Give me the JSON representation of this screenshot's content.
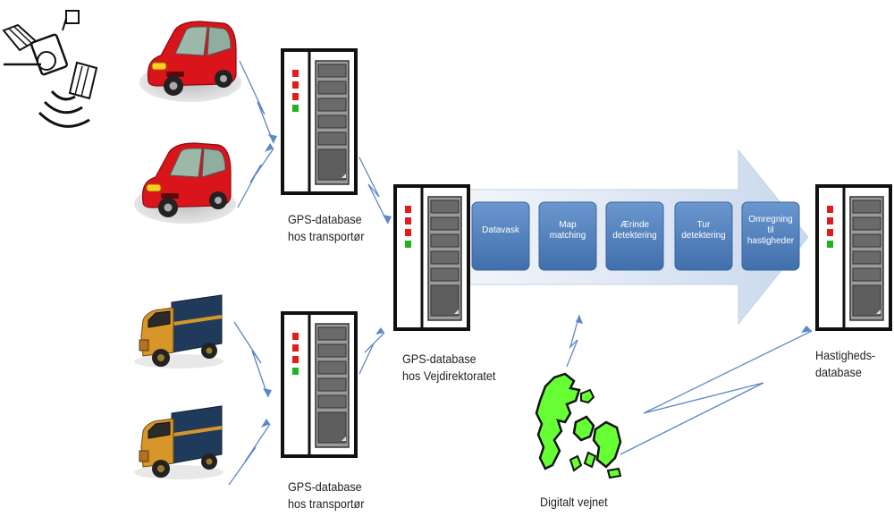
{
  "labels": {
    "db_transport_1": [
      "GPS-database",
      "hos transportør"
    ],
    "db_transport_2": [
      "GPS-database",
      "hos transportør"
    ],
    "db_central": [
      "GPS-database",
      "hos Vejdirektoratet"
    ],
    "db_speed": [
      "Hastigheds-",
      "database"
    ],
    "road_network": "Digitalt vejnet"
  },
  "process_steps": [
    {
      "lines": [
        "Datavask"
      ]
    },
    {
      "lines": [
        "Map",
        "matching"
      ]
    },
    {
      "lines": [
        "Ærinde",
        "detektering"
      ]
    },
    {
      "lines": [
        "Tur",
        "detektering"
      ]
    },
    {
      "lines": [
        "Omregning",
        "til",
        "hastigheder"
      ]
    }
  ],
  "colors": {
    "car": "#d9141b",
    "truck_body": "#1f3a5a",
    "truck_cab": "#d8952a",
    "step_box": "#4f81bd",
    "arrow_fill": "#dbe5f1",
    "link": "#5b87c5",
    "map_land": "#66ff33",
    "server_frame": "#111111"
  },
  "icons": [
    "satellite-icon",
    "car-icon",
    "truck-icon",
    "server-icon",
    "denmark-map-icon"
  ]
}
